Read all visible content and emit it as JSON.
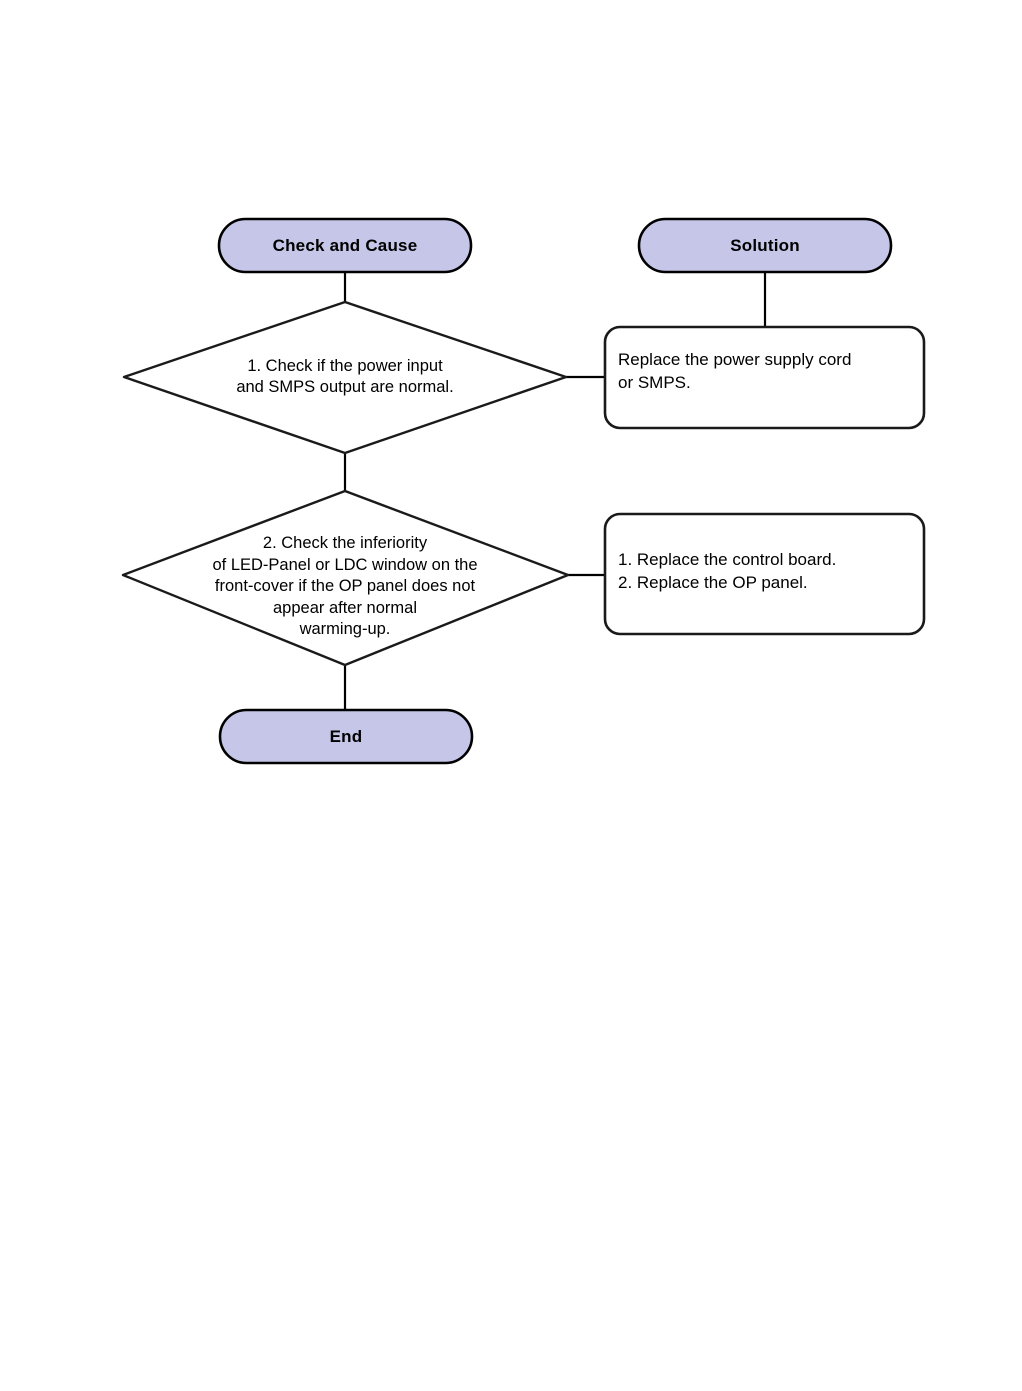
{
  "diagram": {
    "type": "flowchart",
    "orientation": "two-column",
    "columns": [
      {
        "id": "check-and-cause",
        "header": "Check and Cause"
      },
      {
        "id": "solution",
        "header": "Solution"
      }
    ],
    "colors": {
      "terminator_fill": "#c6c7e8",
      "terminator_stroke": "#000000",
      "shape_fill": "#ffffff",
      "shape_stroke": "#1a1a1a",
      "connector": "#000000",
      "text": "#000000",
      "page_background": "#ffffff"
    },
    "nodes": {
      "start_check": {
        "shape": "terminator",
        "label": "Check and Cause"
      },
      "start_solution": {
        "shape": "terminator",
        "label": "Solution"
      },
      "decision_1": {
        "shape": "decision",
        "label": "1. Check if the power input\nand SMPS output are normal."
      },
      "process_1": {
        "shape": "process",
        "label": "Replace the power supply cord\nor SMPS."
      },
      "decision_2": {
        "shape": "decision",
        "label": "2. Check the inferiority\nof LED-Panel or LDC window on the\nfront-cover if the OP panel does not\nappear after normal\nwarming-up."
      },
      "process_2": {
        "shape": "process",
        "label": "1. Replace the control board.\n2. Replace the OP panel."
      },
      "end": {
        "shape": "terminator",
        "label": "End"
      }
    },
    "edges": [
      {
        "from": "start_check",
        "to": "decision_1",
        "kind": "vertical"
      },
      {
        "from": "start_solution",
        "to": "process_1",
        "kind": "vertical"
      },
      {
        "from": "decision_1",
        "to": "process_1",
        "kind": "horizontal"
      },
      {
        "from": "decision_1",
        "to": "decision_2",
        "kind": "vertical"
      },
      {
        "from": "decision_2",
        "to": "process_2",
        "kind": "horizontal"
      },
      {
        "from": "decision_2",
        "to": "end",
        "kind": "vertical"
      }
    ]
  }
}
